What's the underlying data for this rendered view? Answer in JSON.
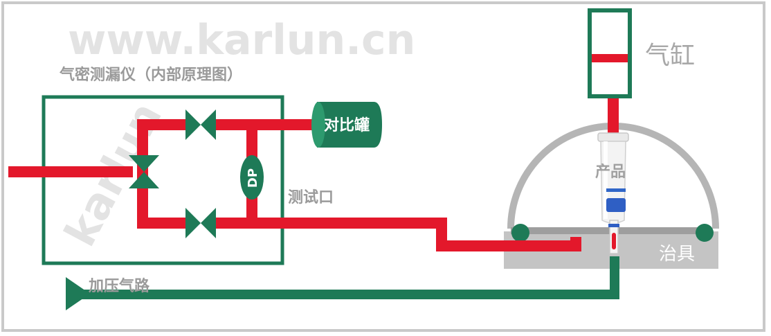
{
  "watermark": {
    "top": "www.karlun.cn",
    "diagonal": "karlun"
  },
  "labels": {
    "instrument": "气密测漏仪（内部原理图）",
    "reference_tank": "对比罐",
    "dp_sensor": "DP",
    "test_port": "测试口",
    "cylinder": "气缸",
    "product": "产品",
    "fixture": "治具",
    "pressure_line": "加压气路"
  },
  "colors": {
    "green": "#1e7a57",
    "red": "#e3182b",
    "grey": "#b5b5b5",
    "frame": "#c9c9c9"
  }
}
